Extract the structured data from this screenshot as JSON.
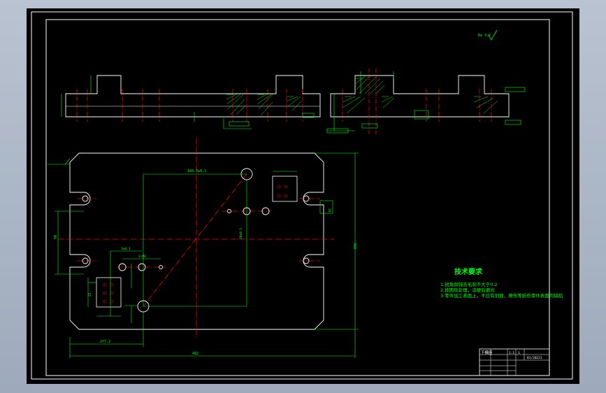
{
  "colors": {
    "background": "#000000",
    "frame": "#ffffff",
    "part_outline": "#ffffff",
    "dimension": "#00ff00",
    "centerline": "#ff0000",
    "hatch": "#00ff00",
    "text": "#00ff00",
    "screen_bg": "#aab4c4"
  },
  "roughness": {
    "symbol": "Ra 3.2"
  },
  "dimensions": {
    "d1": "160.3±0.1",
    "d2": "277.2",
    "d3": "482",
    "d4": "380",
    "d5": "90",
    "d6": "3±0.1",
    "d7": "30±0.1",
    "d8": "3-M8",
    "d9": "28",
    "d10": "25"
  },
  "notes": {
    "title": "技术要求",
    "items": [
      "1.锐角倒钝去毛刺不大于0.2",
      "2.按图热处理，淬硬后磨光",
      "3.零件加工表面上，不应有划痕、擦伤等损伤零件表面的缺陷"
    ]
  },
  "title_block": {
    "name": "下模座",
    "scale": "1:1",
    "sheet": "1",
    "drawing_no": "01/20221"
  }
}
